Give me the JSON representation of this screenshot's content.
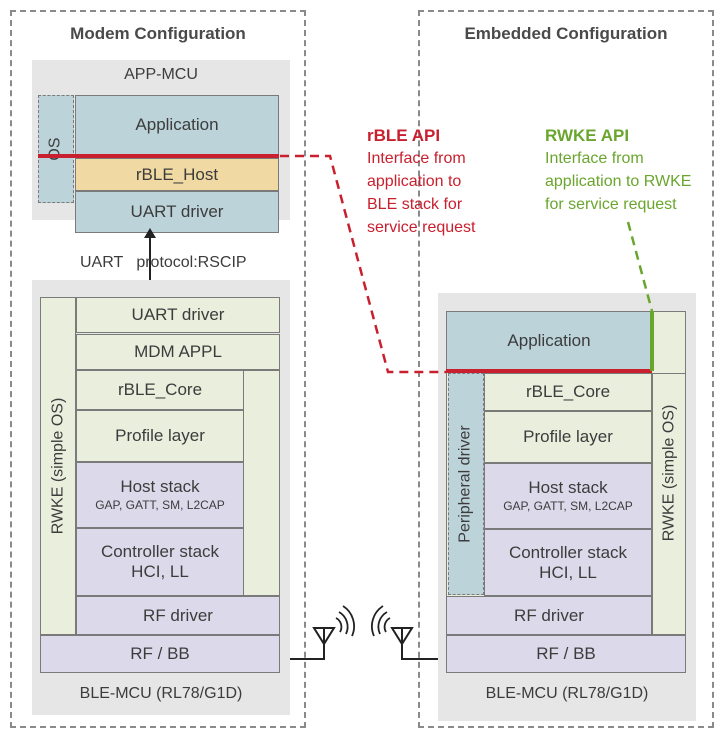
{
  "modem": {
    "title": "Modem Configuration",
    "app_mcu": "APP-MCU",
    "os": "OS",
    "application": "Application",
    "rble_host": "rBLE_Host",
    "uart_driver": "UART driver",
    "uart_protocol": "UART   protocol:RSCIP",
    "ble_uart_driver": "UART driver",
    "mdm_appl": "MDM APPL",
    "rwke": "RWKE (simple OS)",
    "rble_core": "rBLE_Core",
    "profile_layer": "Profile layer",
    "host_stack": "Host stack",
    "host_stack_sub": "GAP, GATT, SM, L2CAP",
    "controller_stack": "Controller stack",
    "controller_stack_sub": "HCI, LL",
    "rf_driver": "RF driver",
    "rf_bb": "RF / BB",
    "ble_mcu": "BLE-MCU (RL78/G1D)"
  },
  "embedded": {
    "title": "Embedded Configuration",
    "application": "Application",
    "peripheral_driver": "Peripheral driver",
    "rble_core": "rBLE_Core",
    "profile_layer": "Profile layer",
    "host_stack": "Host stack",
    "host_stack_sub": "GAP, GATT, SM, L2CAP",
    "controller_stack": "Controller stack",
    "controller_stack_sub": "HCI, LL",
    "rwke": "RWKE (simple OS)",
    "rf_driver": "RF driver",
    "rf_bb": "RF / BB",
    "ble_mcu": "BLE-MCU (RL78/G1D)"
  },
  "rble_api": {
    "title": "rBLE API",
    "lines": [
      "Interface from",
      "application to",
      "BLE stack for",
      "service request"
    ]
  },
  "rwke_api": {
    "title": "RWKE API",
    "lines": [
      "Interface from",
      "application to RWKE",
      "for service request"
    ]
  },
  "colors": {
    "red": "#c8202e",
    "green": "#6aa62e",
    "teal": "#bcd3da",
    "tan": "#f0d9a2",
    "beige": "#e9eedd",
    "lavender": "#dcdaea"
  }
}
